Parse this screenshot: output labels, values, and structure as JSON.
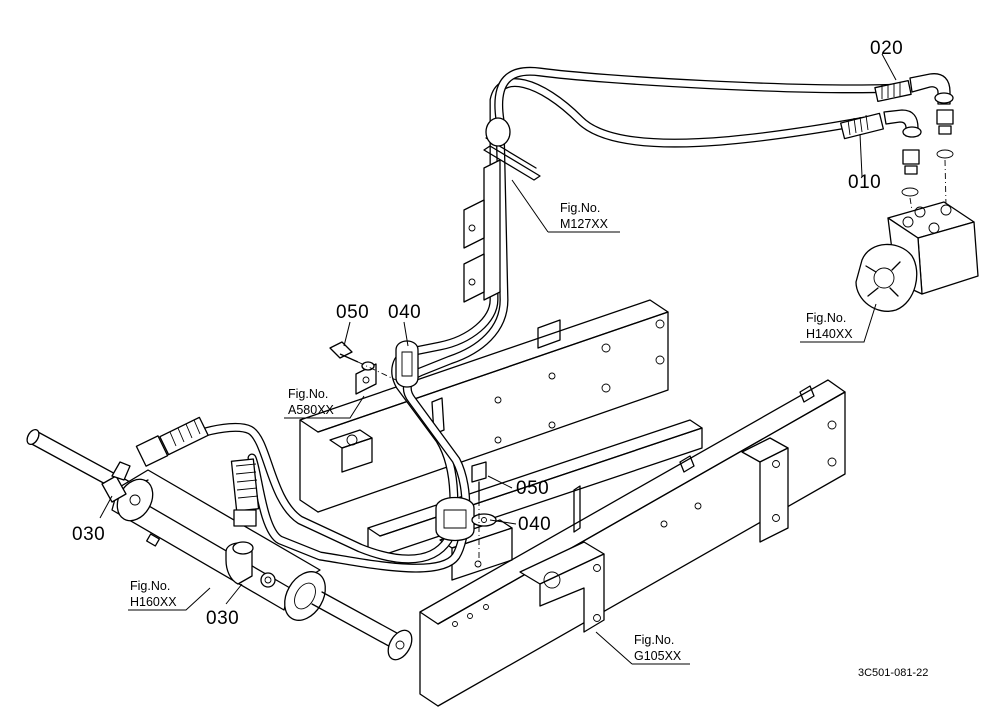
{
  "callouts": {
    "p010": "010",
    "p020": "020",
    "p030_left": "030",
    "p030_bottom": "030",
    "p040_upper": "040",
    "p040_lower": "040",
    "p050_upper": "050",
    "p050_lower": "050"
  },
  "figure_refs": {
    "fig_label": "Fig.No.",
    "m127": "M127XX",
    "h140": "H140XX",
    "a580": "A580XX",
    "h160": "H160XX",
    "g105": "G105XX"
  },
  "drawing_code": "3C501-081-22"
}
